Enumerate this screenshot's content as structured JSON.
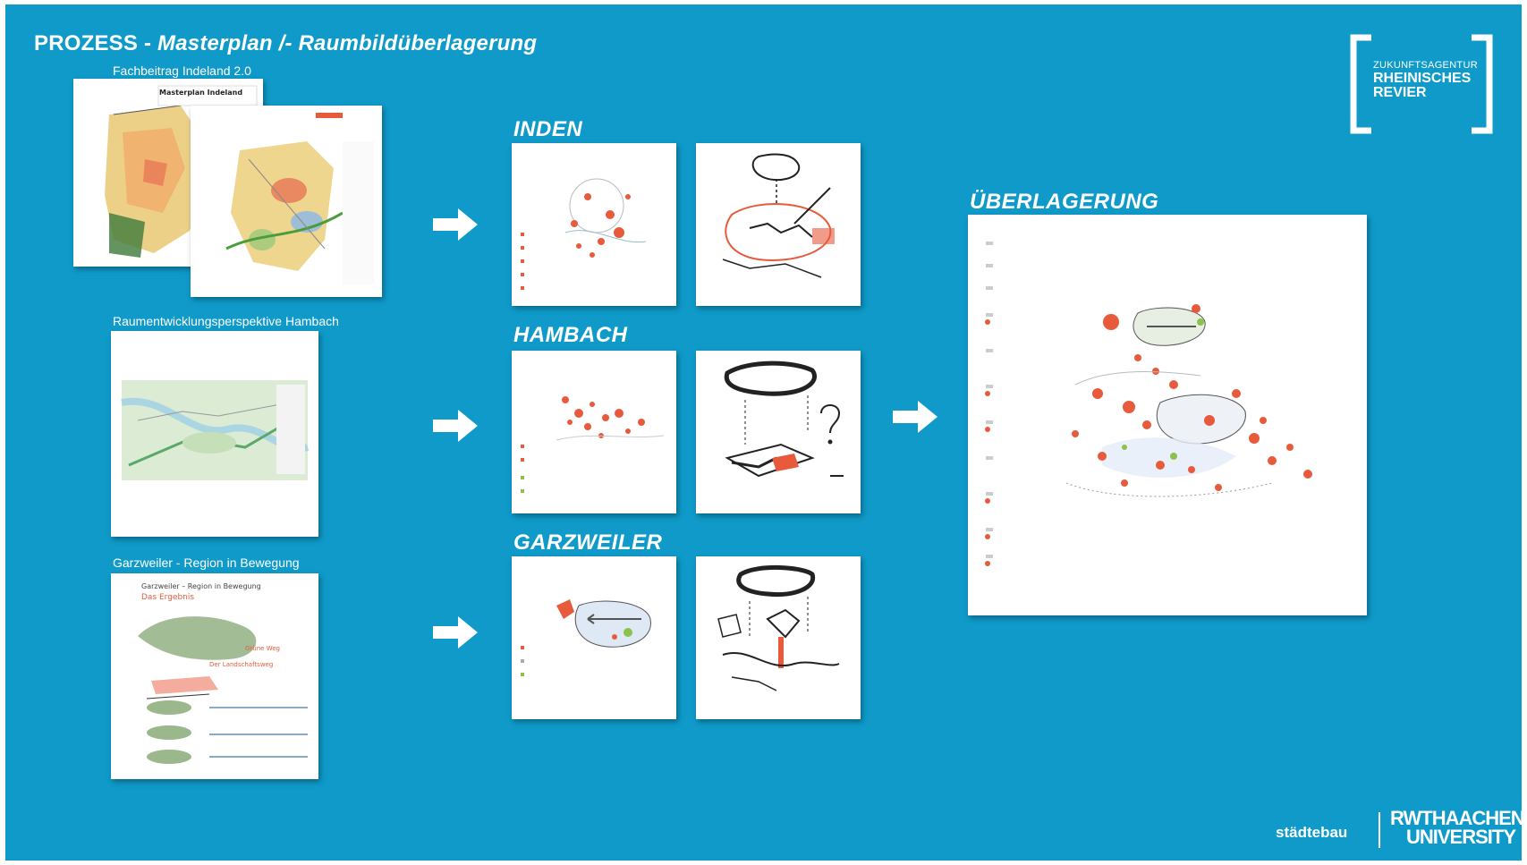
{
  "title": {
    "prefix": "PROZESS -",
    "italic": "Masterplan /- Raumbildüberlagerung"
  },
  "left_column": {
    "doc1_caption": "Fachbeitrag Indeland 2.0",
    "doc1_inner_title": "Masterplan Indeland",
    "doc2_caption": "Raumentwicklungsperspektive Hambach",
    "doc3_caption": "Garzweiler - Region in Bewegung",
    "doc3_inner_title": "Garzweiler – Region in Bewegung",
    "doc3_inner_subtitle": "Das Ergebnis",
    "doc3_label_a": "Grüne Weg",
    "doc3_label_b": "Der Landschaftsweg"
  },
  "sections": {
    "inden": "INDEN",
    "hambach": "HAMBACH",
    "garzweiler": "GARZWEILER",
    "overlay": "ÜBERLAGERUNG"
  },
  "logo": {
    "line1": "ZUKUNFTSAGENTUR",
    "line2": "RHEINISCHES",
    "line3": "REVIER"
  },
  "footer": {
    "staedtebau": "städtebau",
    "rwth_line1": "RWTHAACHEN",
    "rwth_line2": "UNIVERSITY"
  },
  "colors": {
    "background": "#0f9ac9",
    "accent_red": "#e85a3c",
    "text": "#ffffff"
  },
  "icons": [
    "arrow-right-icon",
    "hand-sketch-icon",
    "question-mark-icon"
  ]
}
